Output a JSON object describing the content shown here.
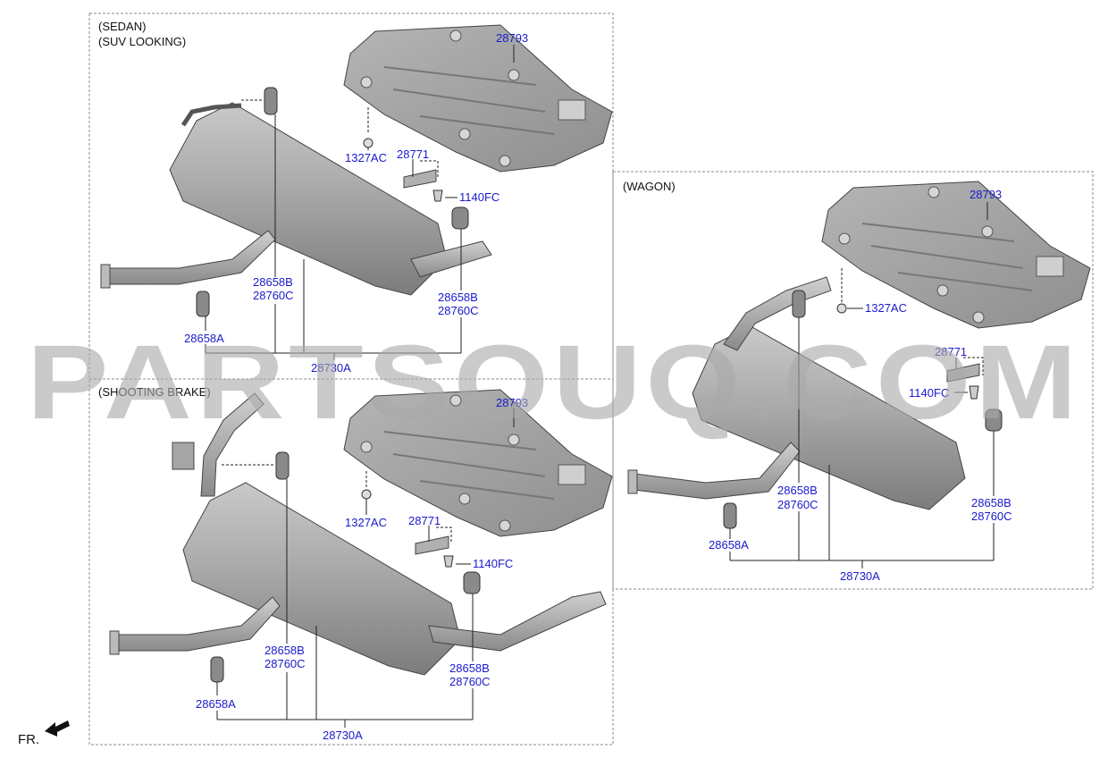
{
  "groups": {
    "sedan": {
      "title_line1": "(SEDAN)",
      "title_line2": "(SUV LOOKING)"
    },
    "shooting_brake": {
      "title": "(SHOOTING BRAKE)"
    },
    "wagon": {
      "title": "(WAGON)"
    }
  },
  "parts": {
    "heat_protector": "28793",
    "nut": "1327AC",
    "bracket": "28771",
    "bolt": "1140FC",
    "hanger_b": "28658B",
    "hanger_c": "28760C",
    "hanger_a": "28658A",
    "muffler_assy": "28730A"
  },
  "direction": {
    "label": "FR."
  },
  "watermark": {
    "text": "PARTSOUQ.COM"
  },
  "colors": {
    "part_number": "#1a1acc",
    "part_body": "#9a9a9a",
    "watermark": "#a9a9a9"
  }
}
